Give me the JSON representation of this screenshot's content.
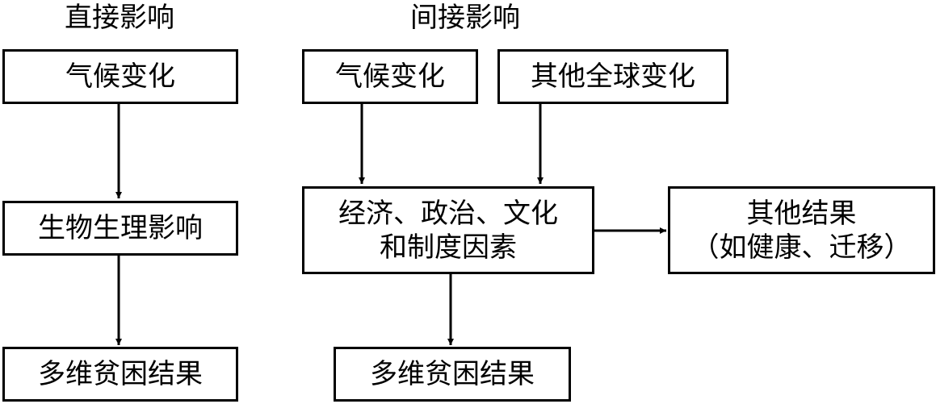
{
  "headings": {
    "direct": "直接影响",
    "indirect": "间接影响"
  },
  "direct": {
    "climate_change": "气候变化",
    "bio_physiological": "生物生理影响",
    "poverty_outcome": "多维贫困结果"
  },
  "indirect": {
    "climate_change": "气候变化",
    "other_global_change": "其他全球变化",
    "factors_line1": "经济、政治、文化",
    "factors_line2": "和制度因素",
    "other_outcomes_line1": "其他结果",
    "other_outcomes_line2": "（如健康、迁移）",
    "poverty_outcome": "多维贫困结果"
  },
  "colors": {
    "stroke": "#000000",
    "background": "#ffffff"
  }
}
